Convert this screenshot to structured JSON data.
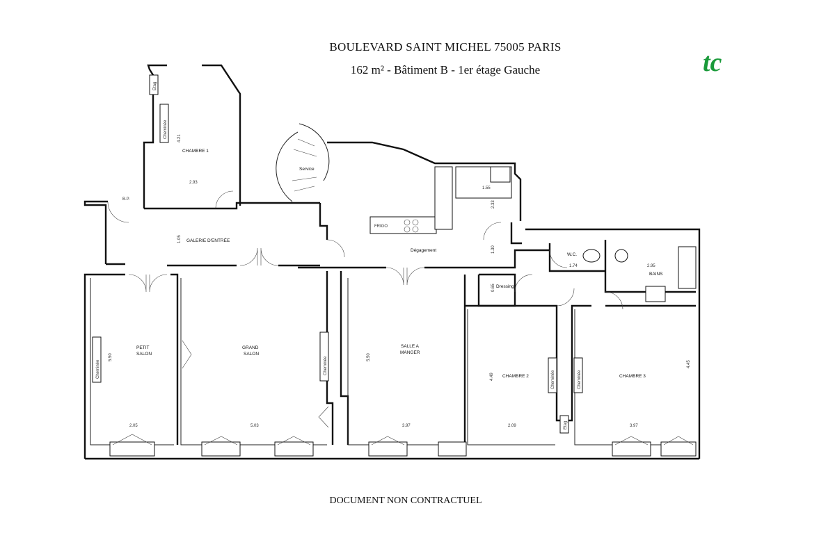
{
  "header": {
    "address": "BOULEVARD SAINT MICHEL 75005 PARIS",
    "details": "162 m² - Bâtiment B - 1er étage Gauche"
  },
  "footer": {
    "note": "DOCUMENT NON CONTRACTUEL"
  },
  "logo": {
    "text": "tc",
    "color": "#1a9a3a"
  },
  "rooms": {
    "chambre1": "CHAMBRE 1",
    "galerie": "GALERIE D'ENTRÉE",
    "service": "Service",
    "degagement": "Dégagement",
    "dressing": "Dressing",
    "wc": "W.C.",
    "bains": "BAINS",
    "petit_salon": [
      "PETIT",
      "SALON"
    ],
    "grand_salon": [
      "GRAND",
      "SALON"
    ],
    "salle_a_manger": [
      "SALLE A",
      "MANGER"
    ],
    "chambre2": "CHAMBRE 2",
    "chambre3": "CHAMBRE 3"
  },
  "fixtures": {
    "cheminee": "Cheminée",
    "etag": "Etag",
    "frigo": "FRIGO",
    "bp": "B.P."
  },
  "dimensions": {
    "chambre1_w": "2.93",
    "chambre1_h": "4.21",
    "galerie_h": "1.05",
    "petit_salon_w": "2.05",
    "petit_salon_h": "5.50",
    "grand_salon_w": "5.03",
    "salle_w": "3.97",
    "salle_h": "5.50",
    "chambre2_w": "2.09",
    "chambre2_h": "4.49",
    "chambre3_w": "3.97",
    "chambre3_h": "4.45",
    "cuisine_h": "1.55",
    "deg_h": "1.30",
    "wc_w": "1.74",
    "bains_w": "2.95",
    "dressing_h": "0.65",
    "wall_h": "2.33"
  }
}
